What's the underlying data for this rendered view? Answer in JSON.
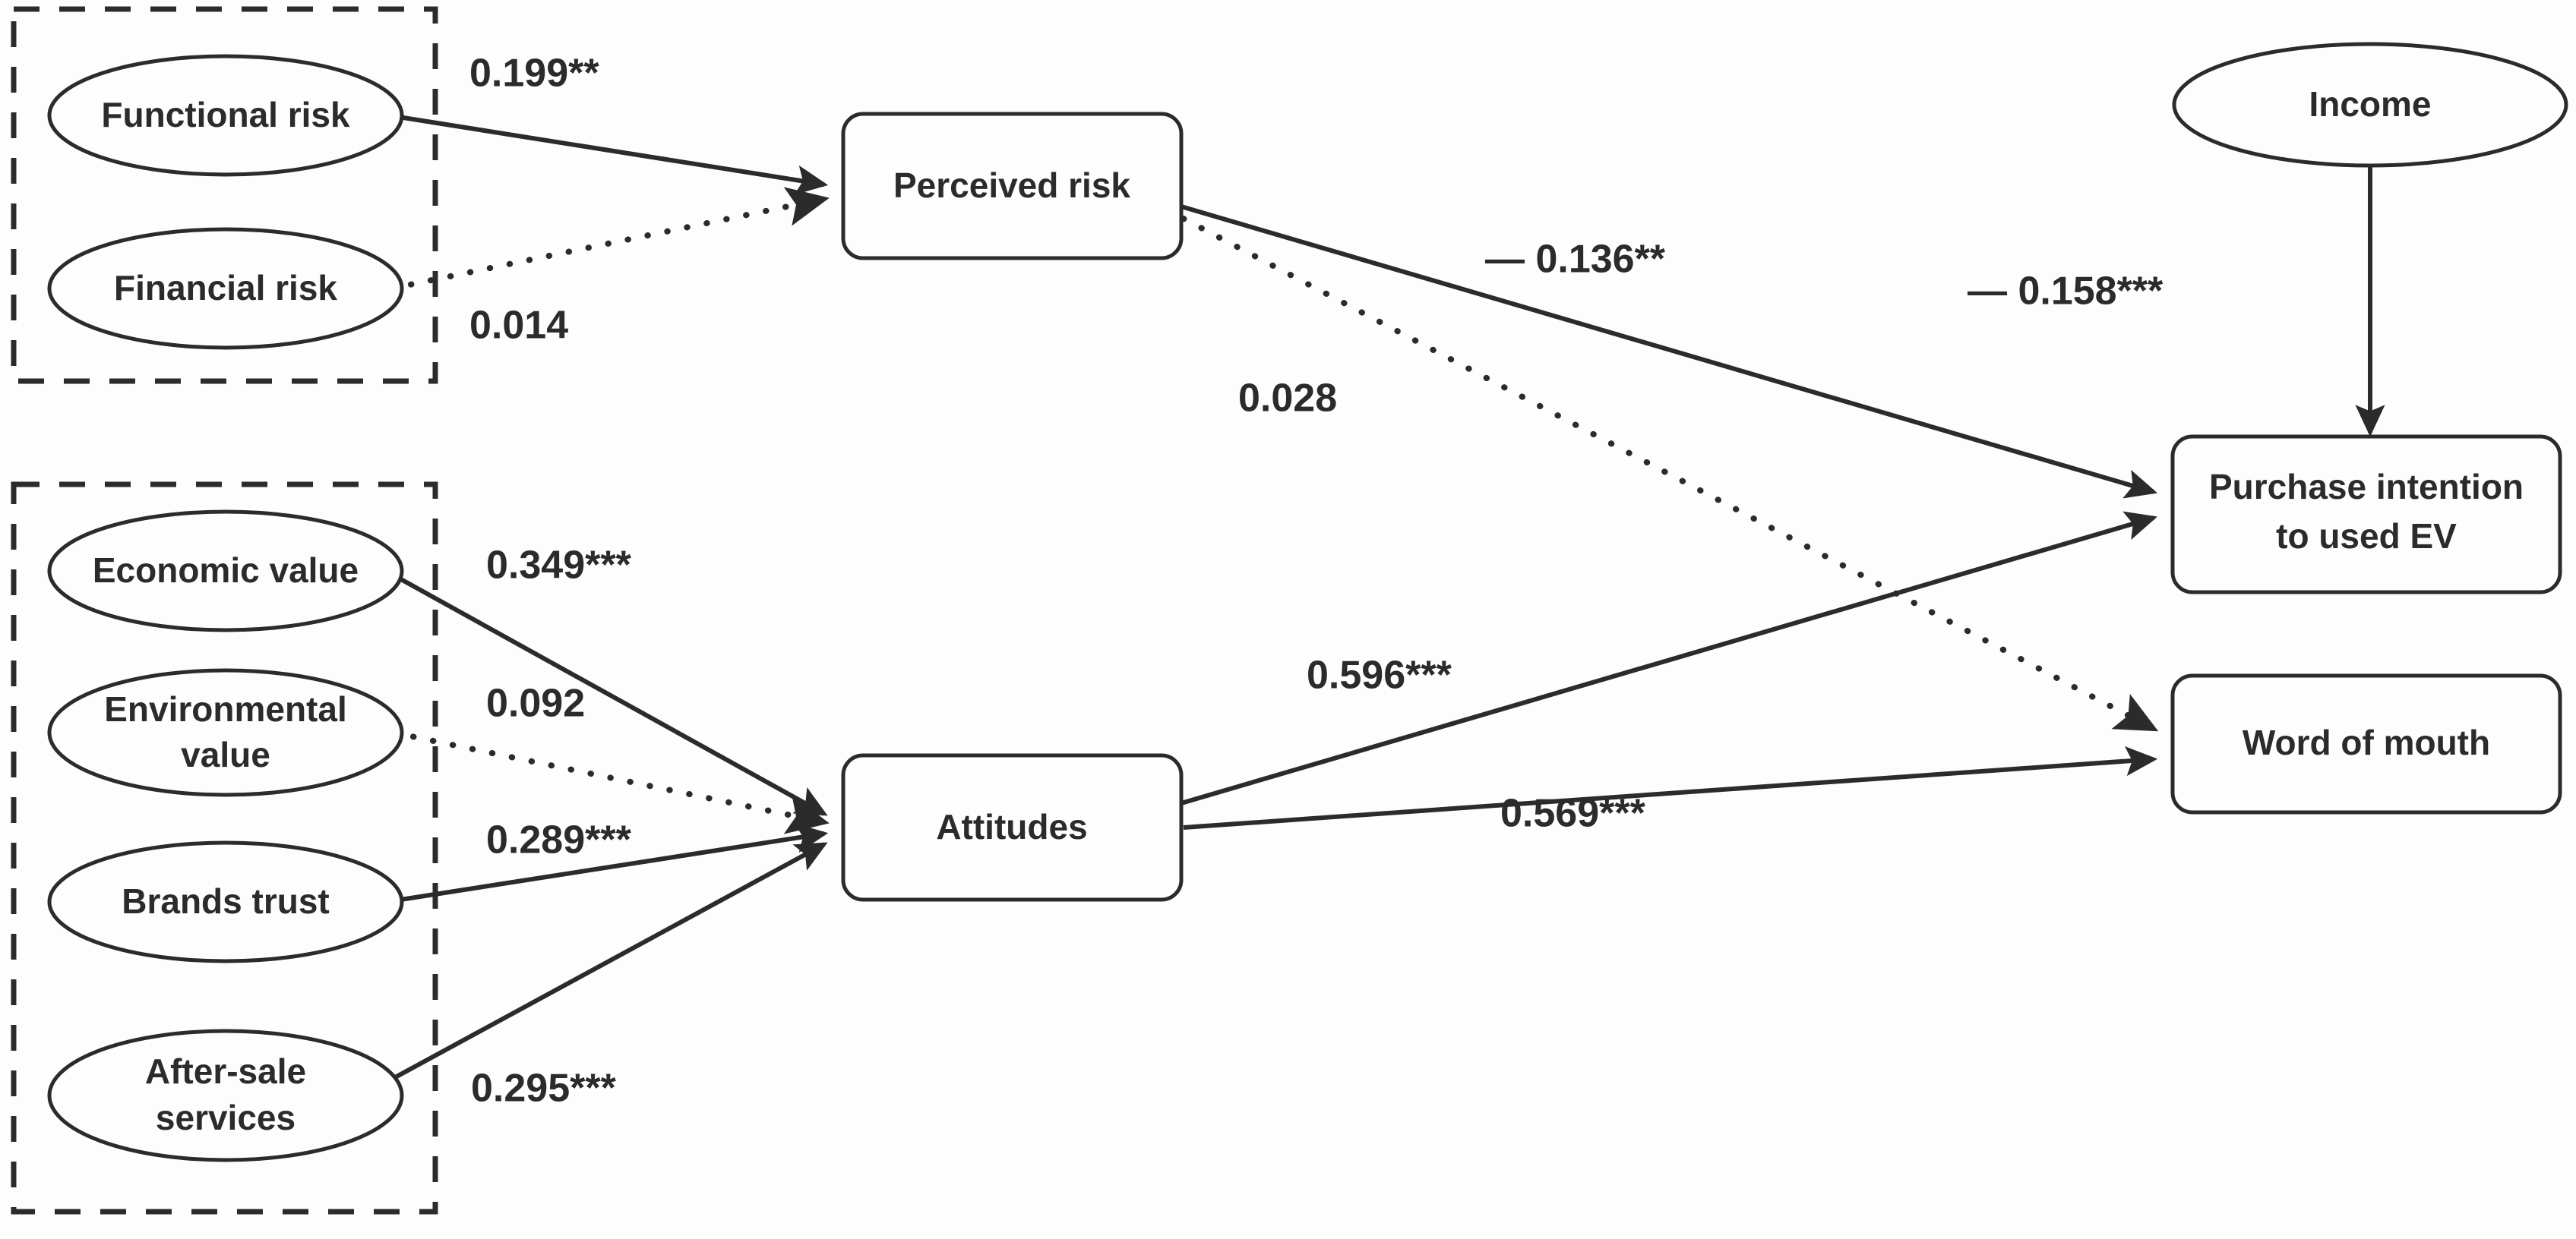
{
  "diagram": {
    "type": "structural-equation-model-path-diagram",
    "background_color": "#fdfdfd",
    "stroke_color": "#2b2b2b",
    "groups": [
      {
        "id": "risk-group",
        "style": "dashed-rectangle",
        "members": [
          "functional-risk",
          "financial-risk"
        ]
      },
      {
        "id": "value-group",
        "style": "dashed-rectangle",
        "members": [
          "economic-value",
          "environmental-value",
          "brands-trust",
          "after-sale-services"
        ]
      }
    ],
    "nodes": {
      "functional_risk": {
        "id": "functional-risk",
        "label": "Functional risk",
        "shape": "ellipse"
      },
      "financial_risk": {
        "id": "financial-risk",
        "label": "Financial risk",
        "shape": "ellipse"
      },
      "economic_value": {
        "id": "economic-value",
        "label": "Economic value",
        "shape": "ellipse"
      },
      "environmental_value": {
        "id": "environmental-value",
        "label_line1": "Environmental",
        "label_line2": "value",
        "shape": "ellipse"
      },
      "brands_trust": {
        "id": "brands-trust",
        "label": "Brands trust",
        "shape": "ellipse"
      },
      "after_sale_services": {
        "id": "after-sale-services",
        "label_line1": "After-sale",
        "label_line2": "services",
        "shape": "ellipse"
      },
      "income": {
        "id": "income",
        "label": "Income",
        "shape": "ellipse"
      },
      "perceived_risk": {
        "id": "perceived-risk",
        "label": "Perceived risk",
        "shape": "rounded-rectangle"
      },
      "attitudes": {
        "id": "attitudes",
        "label": "Attitudes",
        "shape": "rounded-rectangle"
      },
      "purchase_intention": {
        "id": "purchase-intention",
        "label_line1": "Purchase intention",
        "label_line2": "to used EV",
        "shape": "rounded-rectangle"
      },
      "word_of_mouth": {
        "id": "word-of-mouth",
        "label": "Word of mouth",
        "shape": "rounded-rectangle"
      }
    },
    "paths": [
      {
        "id": "path-functional-risk-to-perceived-risk",
        "from": "Functional risk",
        "to": "Perceived risk",
        "coefficient": "0.199**",
        "value": 0.199,
        "significance": "**",
        "line_style": "solid"
      },
      {
        "id": "path-financial-risk-to-perceived-risk",
        "from": "Financial risk",
        "to": "Perceived risk",
        "coefficient": "0.014",
        "value": 0.014,
        "significance": "",
        "line_style": "dotted"
      },
      {
        "id": "path-perceived-risk-to-purchase-intention",
        "from": "Perceived risk",
        "to": "Purchase intention to used EV",
        "coefficient": "— 0.136**",
        "value": -0.136,
        "significance": "**",
        "line_style": "solid"
      },
      {
        "id": "path-perceived-risk-to-word-of-mouth",
        "from": "Perceived risk",
        "to": "Word of mouth",
        "coefficient": "0.028",
        "value": 0.028,
        "significance": "",
        "line_style": "dotted"
      },
      {
        "id": "path-economic-value-to-attitudes",
        "from": "Economic value",
        "to": "Attitudes",
        "coefficient": "0.349***",
        "value": 0.349,
        "significance": "***",
        "line_style": "solid"
      },
      {
        "id": "path-environmental-value-to-attitudes",
        "from": "Environmental value",
        "to": "Attitudes",
        "coefficient": "0.092",
        "value": 0.092,
        "significance": "",
        "line_style": "dotted"
      },
      {
        "id": "path-brands-trust-to-attitudes",
        "from": "Brands trust",
        "to": "Attitudes",
        "coefficient": "0.289***",
        "value": 0.289,
        "significance": "***",
        "line_style": "solid"
      },
      {
        "id": "path-after-sale-services-to-attitudes",
        "from": "After-sale services",
        "to": "Attitudes",
        "coefficient": "0.295***",
        "value": 0.295,
        "significance": "***",
        "line_style": "solid"
      },
      {
        "id": "path-attitudes-to-purchase-intention",
        "from": "Attitudes",
        "to": "Purchase intention to used EV",
        "coefficient": "0.596***",
        "value": 0.596,
        "significance": "***",
        "line_style": "solid"
      },
      {
        "id": "path-attitudes-to-word-of-mouth",
        "from": "Attitudes",
        "to": "Word of mouth",
        "coefficient": "0.569***",
        "value": 0.569,
        "significance": "***",
        "line_style": "solid"
      },
      {
        "id": "path-income-to-purchase-intention",
        "from": "Income",
        "to": "Purchase intention to used EV",
        "coefficient": "— 0.158***",
        "value": -0.158,
        "significance": "***",
        "line_style": "solid"
      }
    ]
  }
}
